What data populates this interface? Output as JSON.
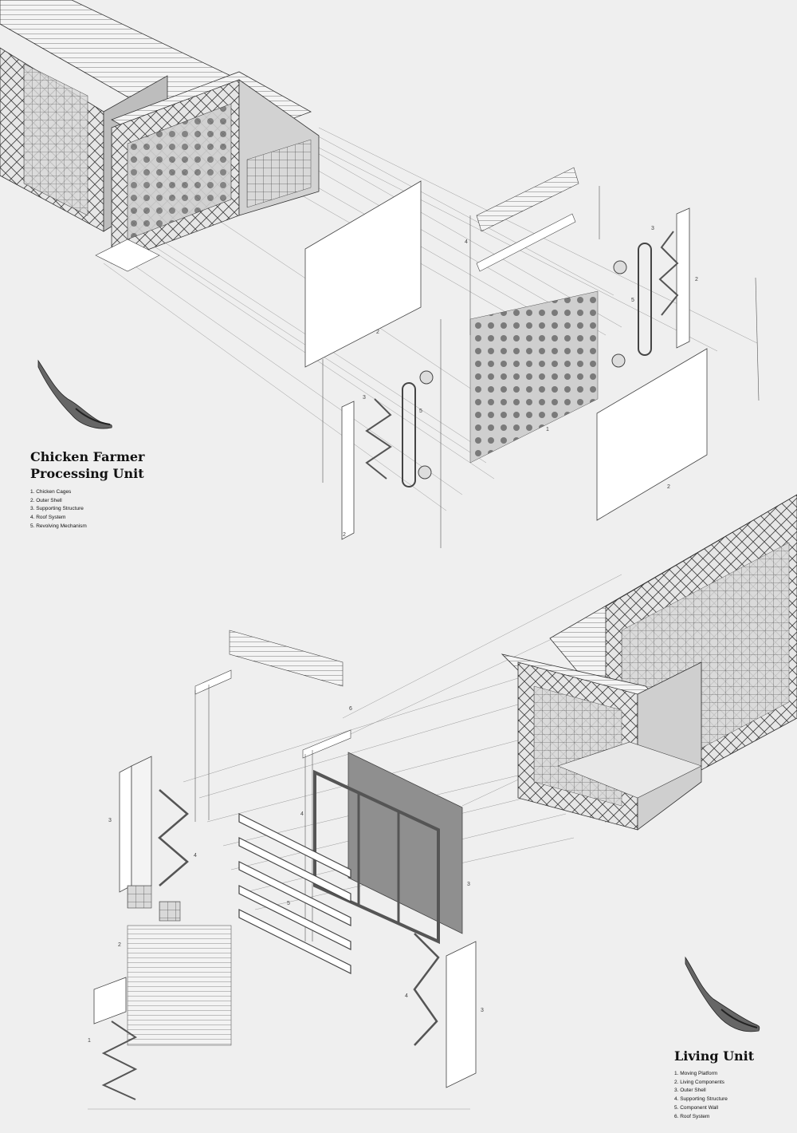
{
  "chicken_unit": {
    "title_line1": "Chicken Farmer",
    "title_line2": "Processing Unit",
    "legend": [
      "1. Chicken Cages",
      "2. Outer Shell",
      "3. Supporting Structure",
      "4. Roof System",
      "5. Revolving Mechanism"
    ],
    "callouts": [
      "1",
      "2",
      "2",
      "2",
      "2",
      "3",
      "3",
      "4",
      "5",
      "5"
    ]
  },
  "living_unit": {
    "title": "Living Unit",
    "legend": [
      "1. Moving Platform",
      "2. Living Components",
      "3. Outer Shell",
      "4. Supporting Structure",
      "5. Component Wall",
      "6. Roof System"
    ],
    "callouts": [
      "1",
      "2",
      "3",
      "3",
      "3",
      "4",
      "4",
      "4",
      "5",
      "6"
    ]
  },
  "colors": {
    "background": "#efefef",
    "line": "#333333",
    "panel": "#ffffff",
    "shade": "#8f8f8f"
  }
}
